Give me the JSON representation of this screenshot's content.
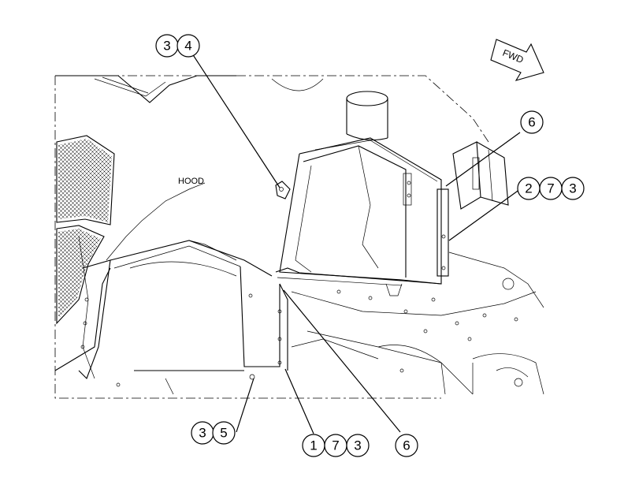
{
  "labels": {
    "hood": "HOOD",
    "fwd": "FWD"
  },
  "callouts": [
    {
      "id": "callout-3-4",
      "digits": [
        "3",
        "4"
      ]
    },
    {
      "id": "callout-6-top",
      "digits": [
        "6"
      ]
    },
    {
      "id": "callout-2-7-3",
      "digits": [
        "2",
        "7",
        "3"
      ]
    },
    {
      "id": "callout-3-5",
      "digits": [
        "3",
        "5"
      ]
    },
    {
      "id": "callout-1-7-3",
      "digits": [
        "1",
        "7",
        "3"
      ]
    },
    {
      "id": "callout-6-bottom",
      "digits": [
        "6"
      ]
    }
  ],
  "icons": {
    "fwd_arrow": "forward-direction-arrow-icon",
    "hood_grille": "grille-mesh-icon",
    "exhaust_stack": "exhaust-stack-icon"
  }
}
